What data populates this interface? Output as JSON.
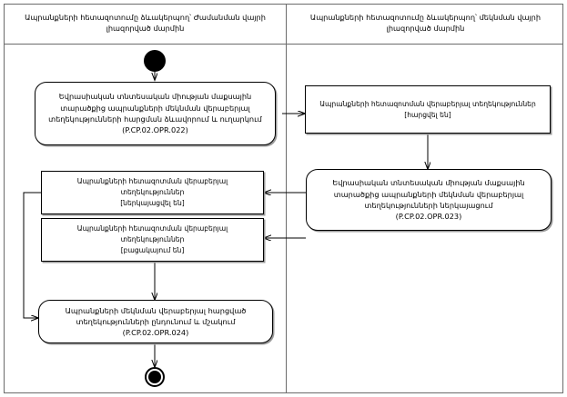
{
  "diagram": {
    "title_left": "Ապրանքների հետազոտումը ձևակերպող՝ Ժամանման վայրի լիազորված մարմին",
    "title_right": "Ապրանքների հետազոտումը ձևակերպող՝ մեկնման վայրի լիազորված մարմին",
    "colors": {
      "stroke": "#000000",
      "frame": "#6b6b6b",
      "background": "#ffffff",
      "shadow": "#9a9a9a"
    },
    "nodes": {
      "initial": {
        "name": "initial-node",
        "label": ""
      },
      "final": {
        "name": "final-node",
        "label": ""
      },
      "activity_1": {
        "label": "Եվրասիական տնտեսական միության մաքսային տարածքից ապրանքների մեկնման վերաբերյալ տեղեկությունների հարցման ձևավորում և ուղարկում\n(P.CP.02.OPR.022)",
        "code": "P.CP.02.OPR.022"
      },
      "object_1": {
        "label": "Ապրանքների հետազոտման վերաբերյալ տեղեկություններ\n[հարցվել են]",
        "state": "[հարցվել են]"
      },
      "activity_2": {
        "label": "Եվրասիական տնտեսական միության մաքսային տարածքից ապրանքների մեկնման վերաբերյալ տեղեկությունների ներկայացում\n(P.CP.02.OPR.023)",
        "code": "P.CP.02.OPR.023"
      },
      "object_2": {
        "label": "Ապրանքների հետազոտման վերաբերյալ տեղեկություններ\n[ներկայացվել են]",
        "state": "[ներկայացվել են]"
      },
      "object_3": {
        "label": "Ապրանքների հետազոտման վերաբերյալ տեղեկություններ\n[բացակայում են]",
        "state": "[բացակայում են]"
      },
      "activity_3": {
        "label": "Ապրանքների մեկնման վերաբերյալ հարցված տեղեկությունների ընդունում և մշակում\n(P.CP.02.OPR.024)",
        "code": "P.CP.02.OPR.024"
      }
    }
  }
}
